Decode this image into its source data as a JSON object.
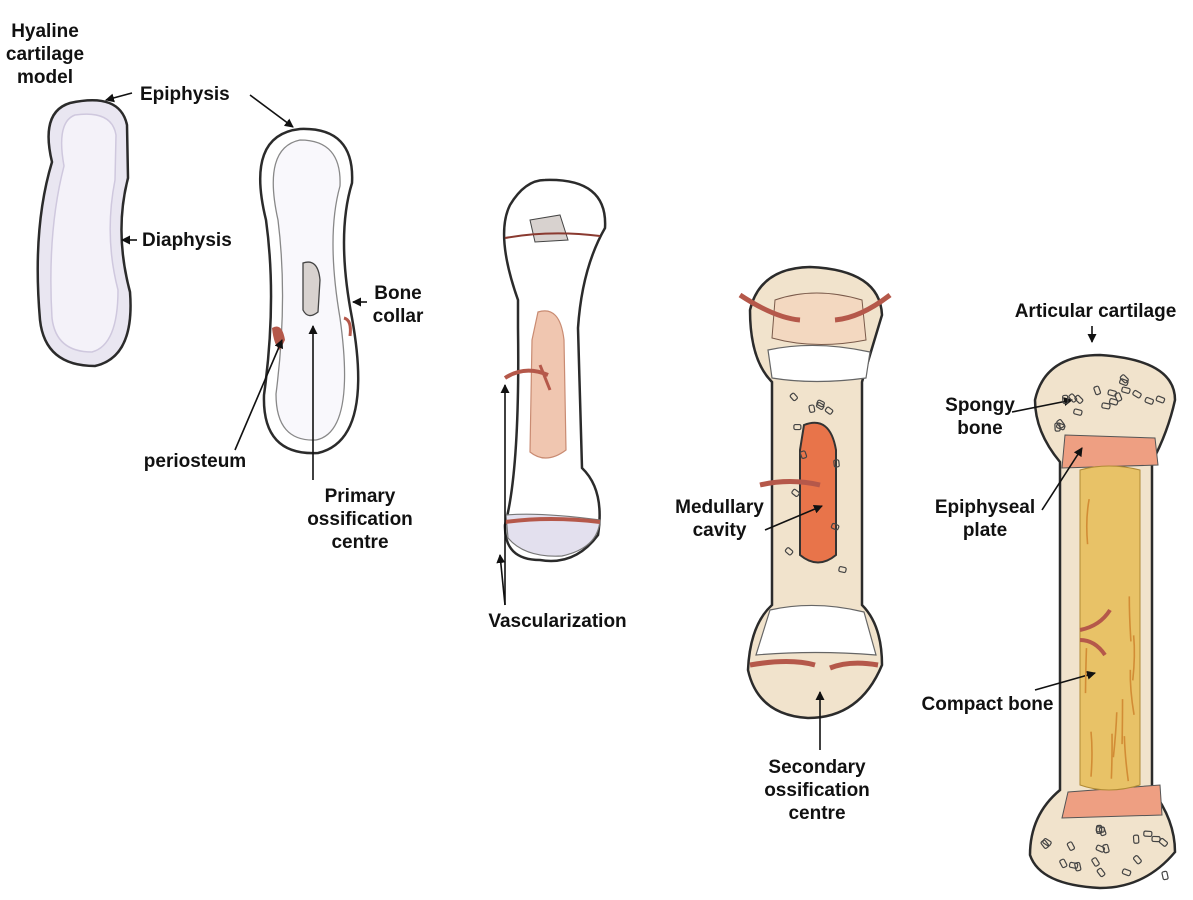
{
  "labels": {
    "hyaline": "Hyaline\ncartilage\nmodel",
    "epiphysis": "Epiphysis",
    "diaphysis": "Diaphysis",
    "bone_collar": "Bone\ncollar",
    "periosteum": "periosteum",
    "primary_ossification": "Primary\nossification\ncentre",
    "vascularization": "Vascularization",
    "medullary_cavity": "Medullary\ncavity",
    "secondary_ossification": "Secondary\nossification\ncentre",
    "articular_cartilage": "Articular cartilage",
    "spongy_bone": "Spongy\nbone",
    "epiphyseal_plate": "Epiphyseal\nplate",
    "compact_bone": "Compact bone"
  },
  "colors": {
    "outline": "#2b2b2b",
    "cartilage": "#e9e6f1",
    "cartilage_edge": "#cfc8de",
    "bone_tan": "#f1e3cc",
    "vessel": "#b5584a",
    "ossification": "#ecae90",
    "marrow": "#e8744a",
    "plate": "#ee9f82",
    "compact": "#e8c267"
  }
}
